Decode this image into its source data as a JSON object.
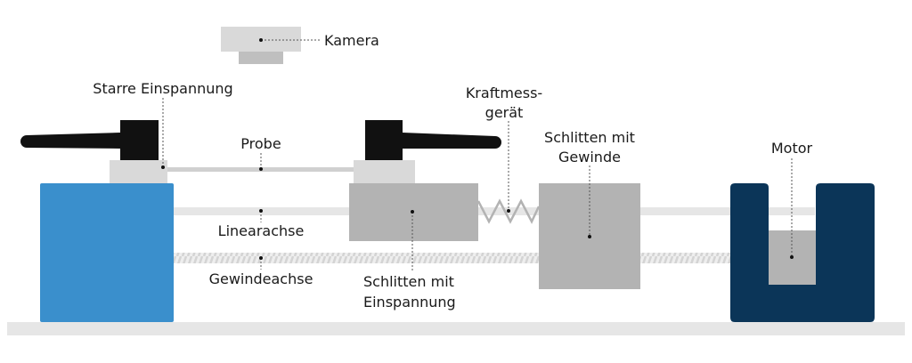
{
  "labels": {
    "kamera": "Kamera",
    "starre_einspannung": "Starre Einspannung",
    "probe": "Probe",
    "linearachse": "Linearachse",
    "gewindeachse": "Gewindeachse",
    "schlitten_einspannung_1": "Schlitten mit",
    "schlitten_einspannung_2": "Einspannung",
    "kraftmess_1": "Kraftmess-",
    "kraftmess_2": "gerät",
    "schlitten_gewinde_1": "Schlitten mit",
    "schlitten_gewinde_2": "Gewinde",
    "motor": "Motor"
  },
  "colors": {
    "fixed_block": "#3a8fcc",
    "motor": "#0b3558",
    "slider": "#b3b3b3",
    "clamp": "#111111",
    "light_gray": "#d9d9d9",
    "rail": "#e6e6e6"
  }
}
